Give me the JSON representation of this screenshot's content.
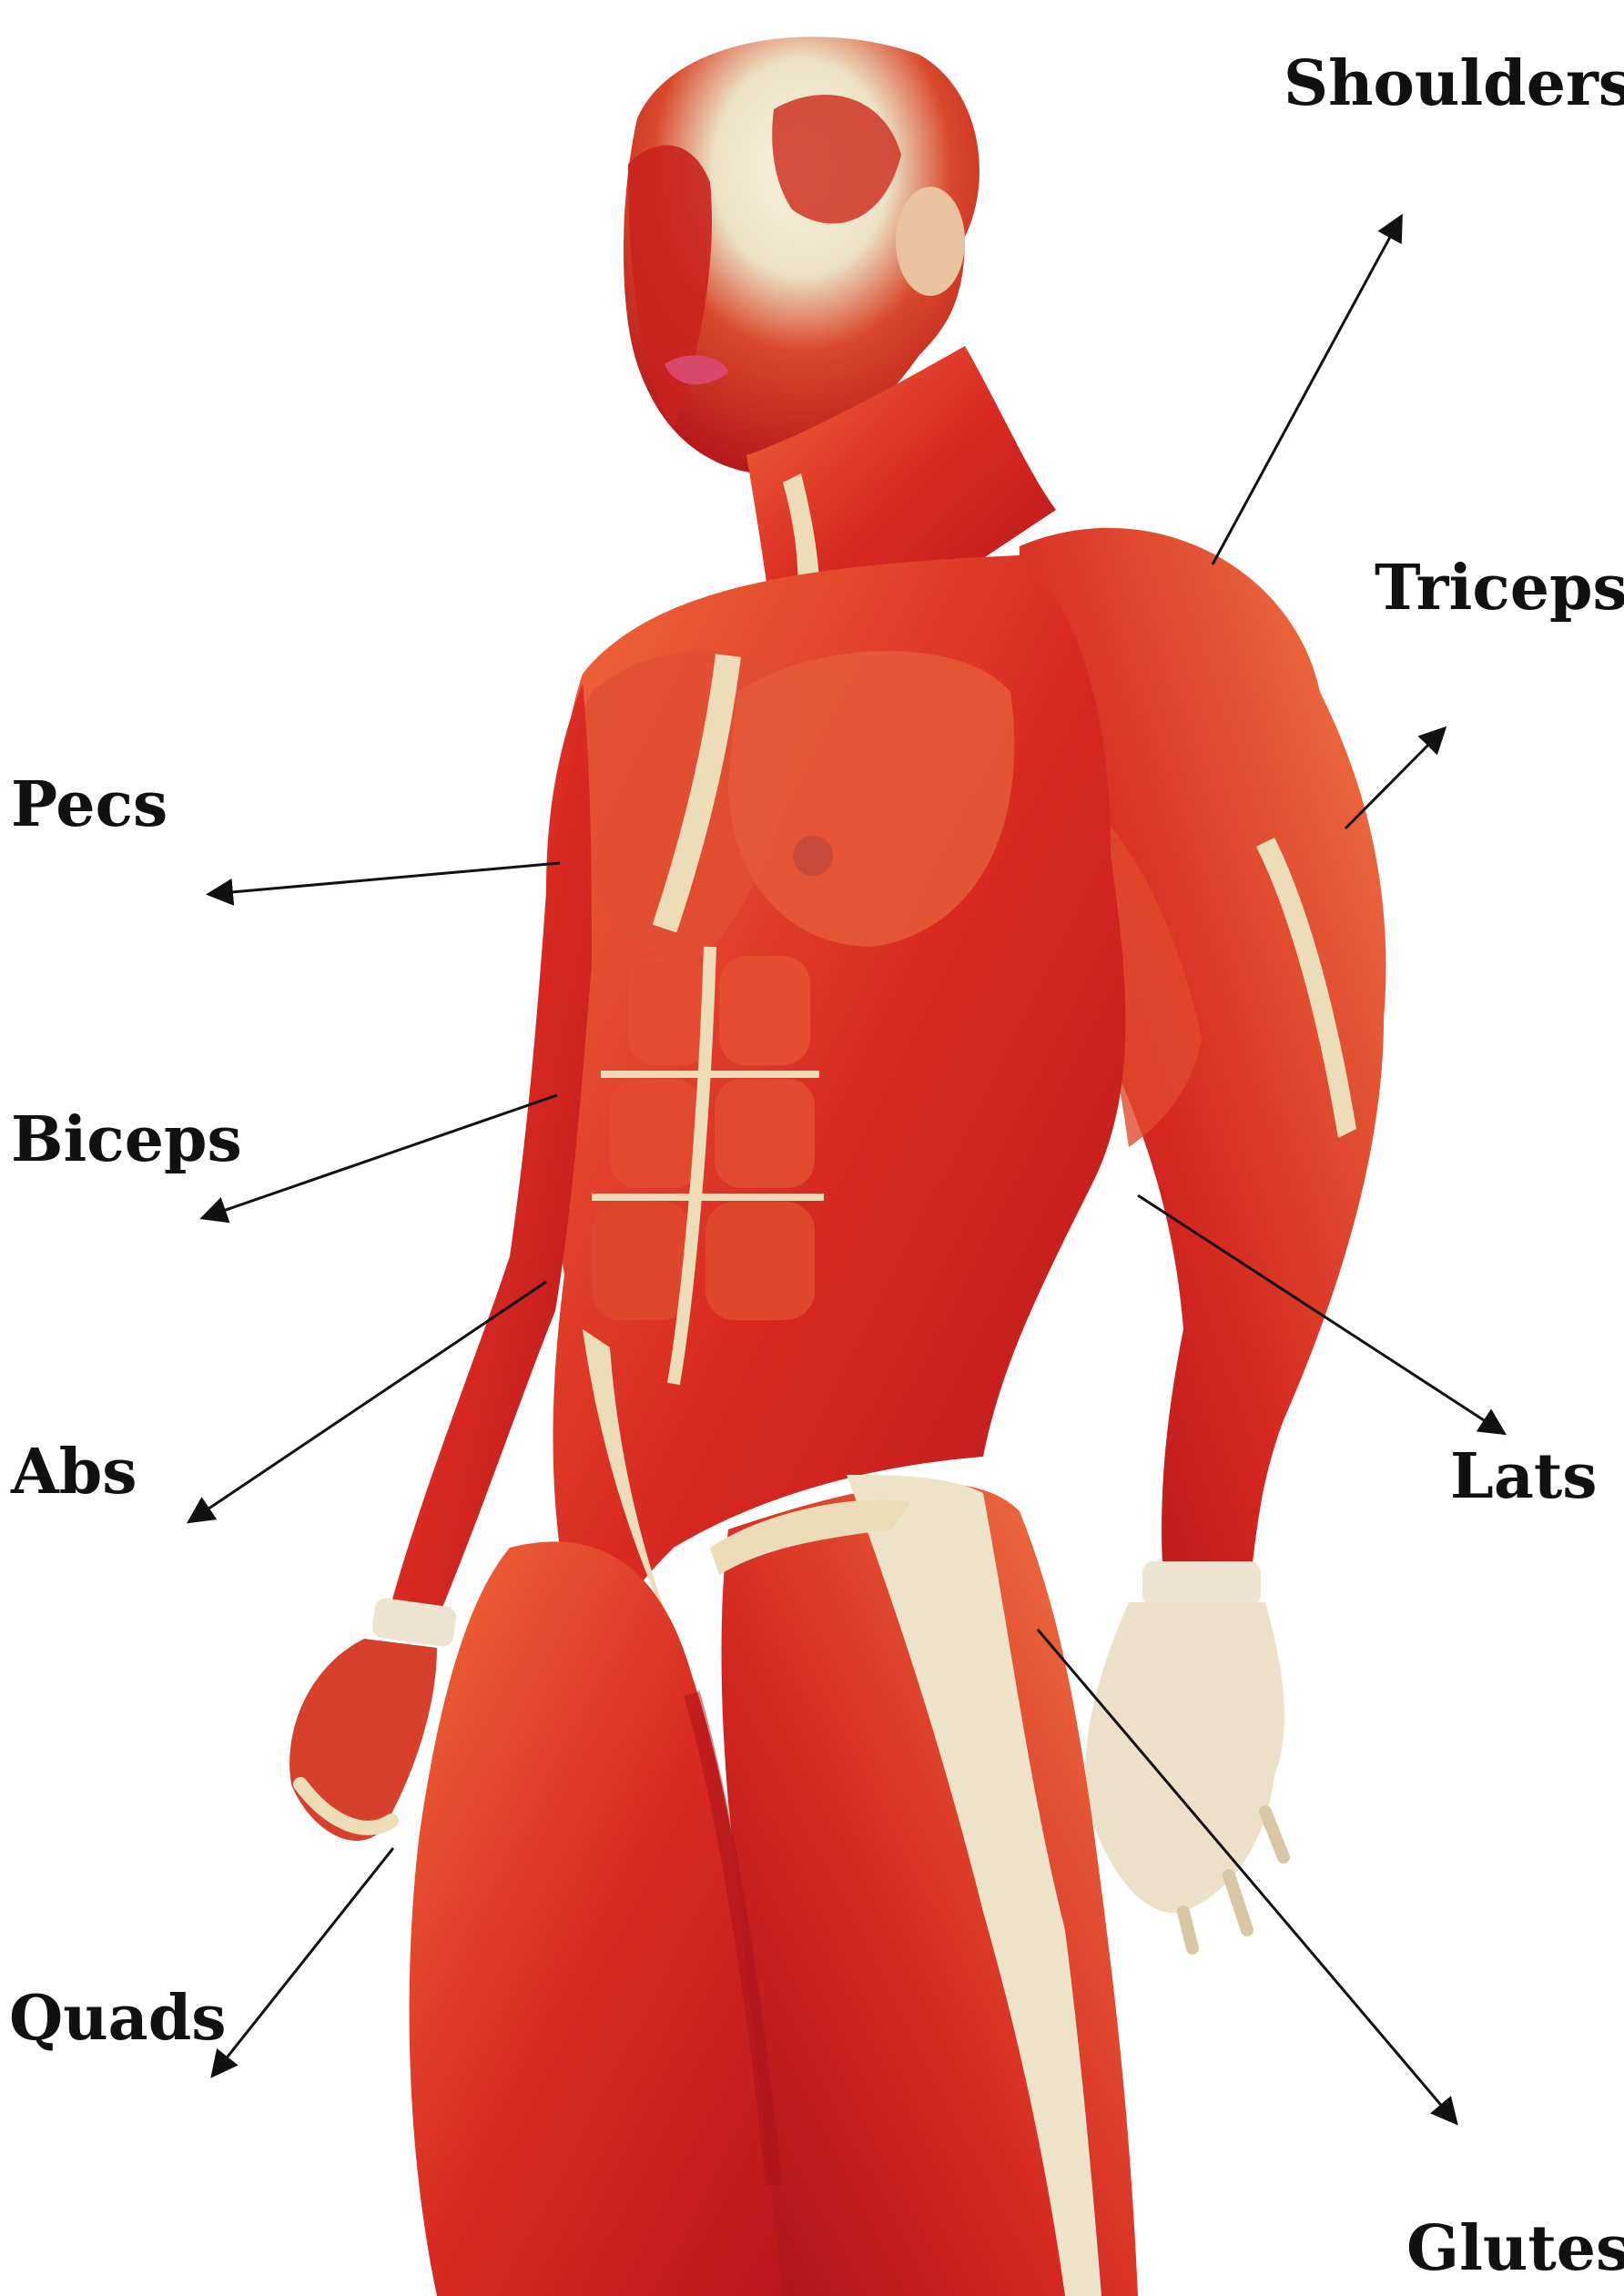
{
  "labels": {
    "shoulders": "Shoulders",
    "triceps": "Triceps",
    "pecs": "Pecs",
    "biceps": "Biceps",
    "abs": "Abs",
    "lats": "Lats",
    "quads": "Quads",
    "glutes": "Glutes"
  },
  "colors": {
    "background": "#ffffff",
    "muscle_dark": "#b8161a",
    "muscle_mid": "#d92a22",
    "muscle_light": "#f06a3a",
    "tendon": "#efe6cf",
    "label_text": "#111111",
    "arrow": "#111111"
  }
}
